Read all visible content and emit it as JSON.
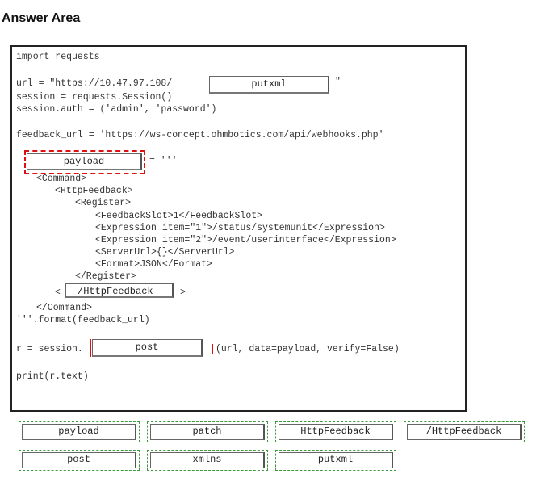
{
  "title": "Answer Area",
  "code": {
    "l_import": "import requests",
    "l_url_prefix": "url = \"https://10.47.97.108/",
    "l_url_suffix": "\"",
    "l_session": "session = requests.Session()",
    "l_auth": "session.auth = ('admin', 'password')",
    "l_feedback": "feedback_url = 'https://ws-concept.ohmbotics.com/api/webhooks.php'",
    "l_payload_suffix": "= '''",
    "l_command": "<Command>",
    "l_httpfeedback": "<HttpFeedback>",
    "l_register": "<Register>",
    "l_slot": "<FeedbackSlot>1</FeedbackSlot>",
    "l_expr1": "<Expression item=\"1\">/status/systemunit</Expression>",
    "l_expr2": "<Expression item=\"2\">/event/userinterface</Expression>",
    "l_server": "<ServerUrl>{}</ServerUrl>",
    "l_format": "<Format>JSON</Format>",
    "l_register_close": "</Register>",
    "l_lt": "<",
    "l_gt": ">",
    "l_command_close": "</Command>",
    "l_format_call": "'''.format(feedback_url)",
    "l_r_prefix": "r = session.",
    "l_r_suffix": "(url, data=payload, verify=False)",
    "l_print": "print(r.text)"
  },
  "slots": {
    "url_slot": "putxml",
    "payload_slot": "payload",
    "close_tag_slot": "/HttpFeedback",
    "method_slot": "post"
  },
  "options": [
    "payload",
    "patch",
    "HttpFeedback",
    "/HttpFeedback",
    "post",
    "xmlns",
    "putxml"
  ]
}
